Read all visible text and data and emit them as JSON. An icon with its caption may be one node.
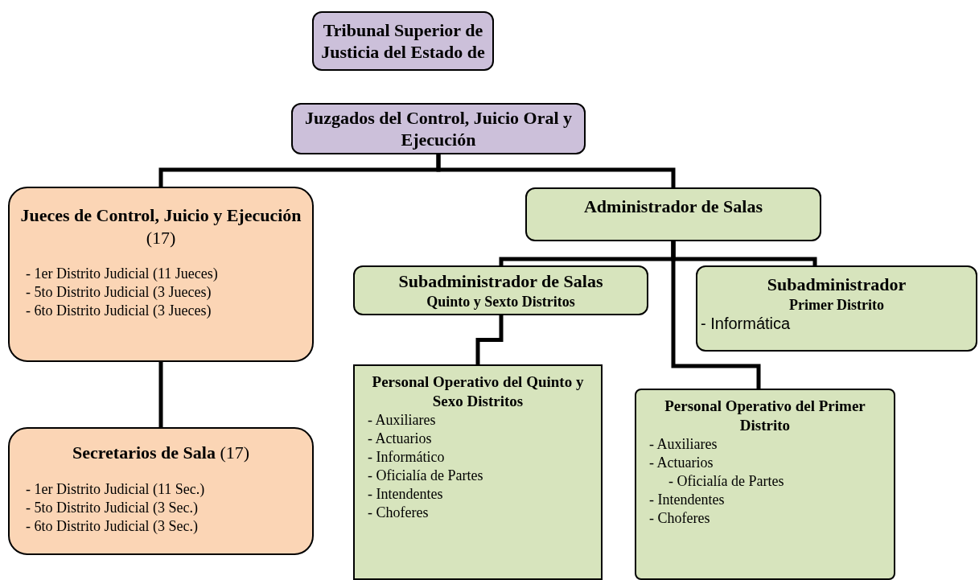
{
  "diagram": {
    "nodes": [
      {
        "text": [
          "Tribunal Superior de Justicia del Estado de"
        ]
      },
      {
        "text": [
          "Juzgados del Control, Juicio Oral y Ejecución"
        ]
      },
      {
        "text": [
          "**Jueces de Control, Juicio y Ejecución** (17)",
          "- 1er Distrito Judicial (11 Jueces)",
          "- 5to Distrito Judicial (3 Jueces)",
          "- 6to Distrito Judicial (3 Jueces)"
        ]
      },
      {
        "text": [
          "**Secretarios de Sala** (17)",
          "- 1er Distrito Judicial (11 Sec.)",
          "- 5to Distrito Judicial (3 Sec.)",
          "- 6to Distrito Judicial (3 Sec.)"
        ]
      },
      {
        "text": [
          "Administrador de Salas"
        ]
      },
      {
        "text": [
          "Subadministrador de Salas",
          "Quinto y Sexto Distritos"
        ]
      },
      {
        "text": [
          "Subadministrador",
          "Primer Distrito",
          "- Informática"
        ]
      },
      {
        "text": [
          "Personal Operativo del Quinto y Sexo Distritos",
          "- Auxiliares",
          "- Actuarios",
          "- Informático",
          "- Oficialía de Partes",
          "- Intendentes",
          "- Choferes"
        ]
      },
      {
        "text": [
          "Personal Operativo del Primer Distrito",
          "- Auxiliares",
          "- Actuarios",
          "- Oficialía de Partes",
          "- Intendentes",
          "- Choferes"
        ]
      }
    ],
    "edges": [
      {
        "from": 1,
        "to": 2,
        "arrow": "none"
      },
      {
        "from": 1,
        "to": 4,
        "arrow": "none"
      },
      {
        "from": 2,
        "to": 3,
        "arrow": "none"
      },
      {
        "from": 4,
        "to": 5,
        "arrow": "none"
      },
      {
        "from": 4,
        "to": 6,
        "arrow": "none"
      },
      {
        "from": 4,
        "to": 8,
        "arrow": "none"
      },
      {
        "from": 5,
        "to": 7,
        "arrow": "none"
      }
    ]
  }
}
